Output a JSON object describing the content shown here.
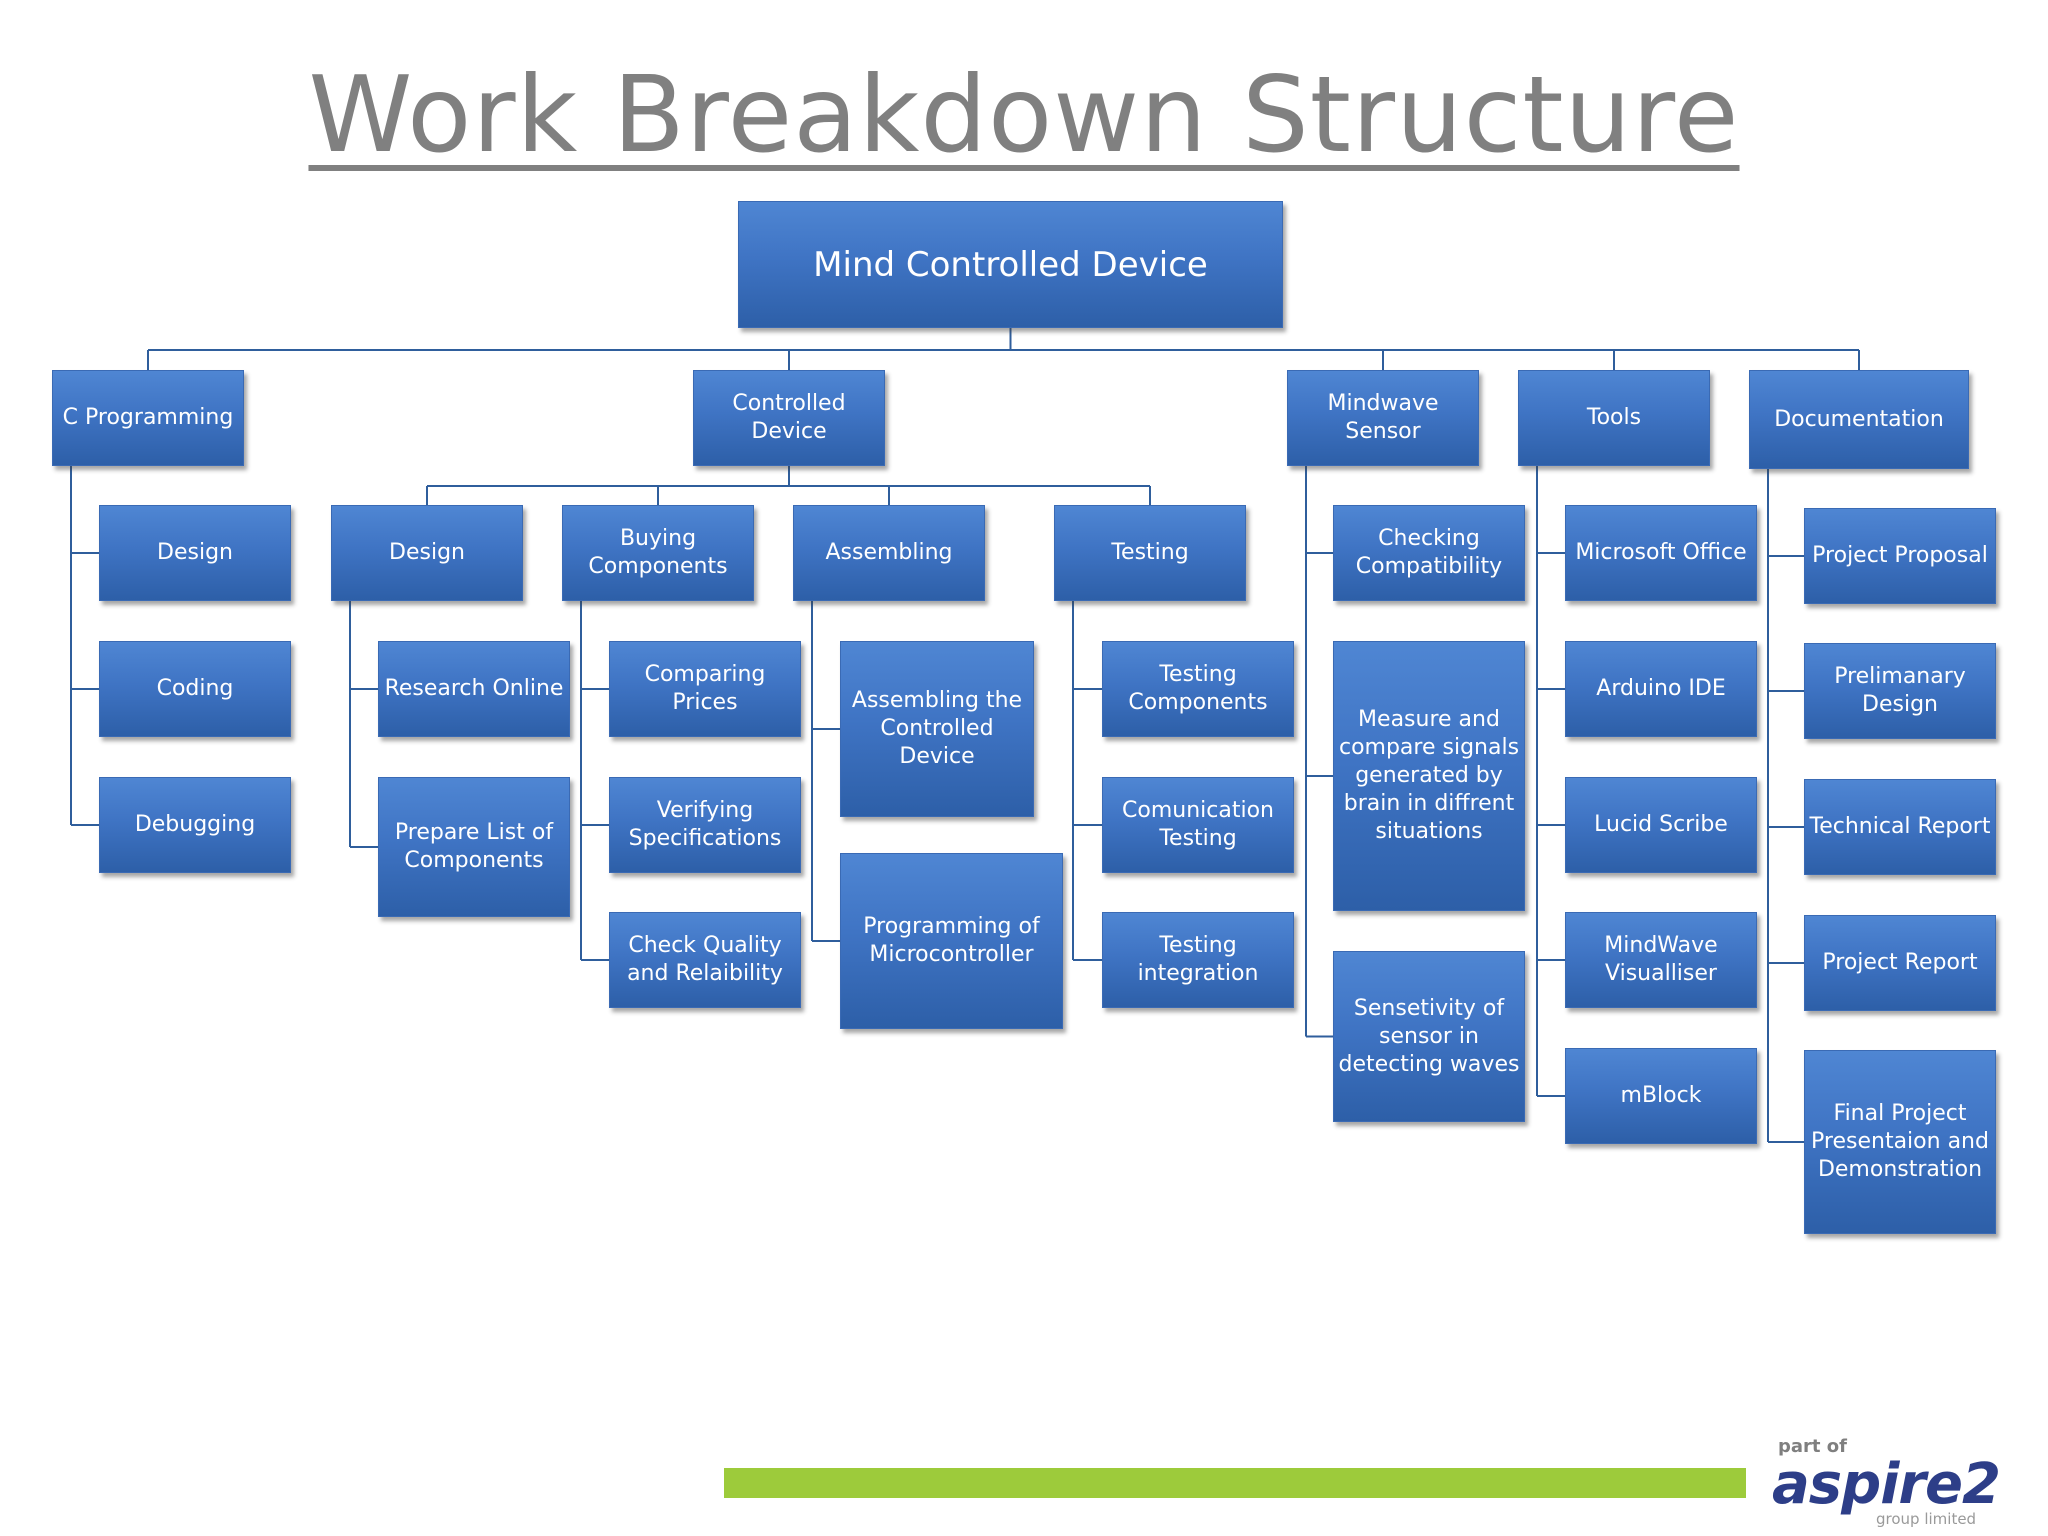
{
  "title": "Work Breakdown Structure",
  "root": {
    "id": "root",
    "label": "Mind Controlled Device"
  },
  "branches": [
    {
      "id": "cprog",
      "label": "C Programming",
      "children": [
        {
          "id": "cp-design",
          "label": "Design"
        },
        {
          "id": "cp-coding",
          "label": "Coding"
        },
        {
          "id": "cp-debugging",
          "label": "Debugging"
        }
      ]
    },
    {
      "id": "controlled",
      "label": "Controlled Device",
      "children": [
        {
          "id": "cd-design",
          "label": "Design",
          "children": [
            {
              "id": "cd-research",
              "label": "Research Online"
            },
            {
              "id": "cd-prepare",
              "label": "Prepare List of Components"
            }
          ]
        },
        {
          "id": "cd-buying",
          "label": "Buying Components",
          "children": [
            {
              "id": "cd-comparing",
              "label": "Comparing Prices"
            },
            {
              "id": "cd-verifying",
              "label": "Verifying Specifications"
            },
            {
              "id": "cd-quality",
              "label": "Check Quality and Relaibility"
            }
          ]
        },
        {
          "id": "cd-assembling",
          "label": "Assembling",
          "children": [
            {
              "id": "cd-assembling-device",
              "label": "Assembling the Controlled Device"
            },
            {
              "id": "cd-programming",
              "label": "Programming of Microcontroller"
            }
          ]
        },
        {
          "id": "cd-testing",
          "label": "Testing",
          "children": [
            {
              "id": "cd-test-components",
              "label": "Testing Components"
            },
            {
              "id": "cd-test-comm",
              "label": "Comunication Testing"
            },
            {
              "id": "cd-test-integration",
              "label": "Testing integration"
            }
          ]
        }
      ]
    },
    {
      "id": "mindwave",
      "label": "Mindwave Sensor",
      "children": [
        {
          "id": "mw-checking",
          "label": "Checking Compatibility"
        },
        {
          "id": "mw-measure",
          "label": "Measure and compare signals generated by brain in diffrent situations"
        },
        {
          "id": "mw-sensitivity",
          "label": "Sensetivity of sensor in detecting waves"
        }
      ]
    },
    {
      "id": "tools",
      "label": "Tools",
      "children": [
        {
          "id": "t-office",
          "label": "Microsoft Office"
        },
        {
          "id": "t-arduino",
          "label": "Arduino IDE"
        },
        {
          "id": "t-lucid",
          "label": "Lucid Scribe"
        },
        {
          "id": "t-visualiser",
          "label": "MindWave Visualliser"
        },
        {
          "id": "t-mblock",
          "label": "mBlock"
        }
      ]
    },
    {
      "id": "docs",
      "label": "Documentation",
      "children": [
        {
          "id": "d-proposal",
          "label": "Project Proposal"
        },
        {
          "id": "d-prelim",
          "label": "Prelimanary Design"
        },
        {
          "id": "d-technical",
          "label": "Technical Report"
        },
        {
          "id": "d-report",
          "label": "Project Report"
        },
        {
          "id": "d-final",
          "label": "Final Project Presentaion and Demonstration"
        }
      ]
    }
  ],
  "logo": {
    "top": "part of",
    "main": "aspire2",
    "sub": "group limited"
  },
  "colors": {
    "box": "#3f74c4",
    "line": "#2f5e9c",
    "title": "#808080",
    "footer_bar": "#9dcb3b",
    "logo": "#2d3e88"
  }
}
